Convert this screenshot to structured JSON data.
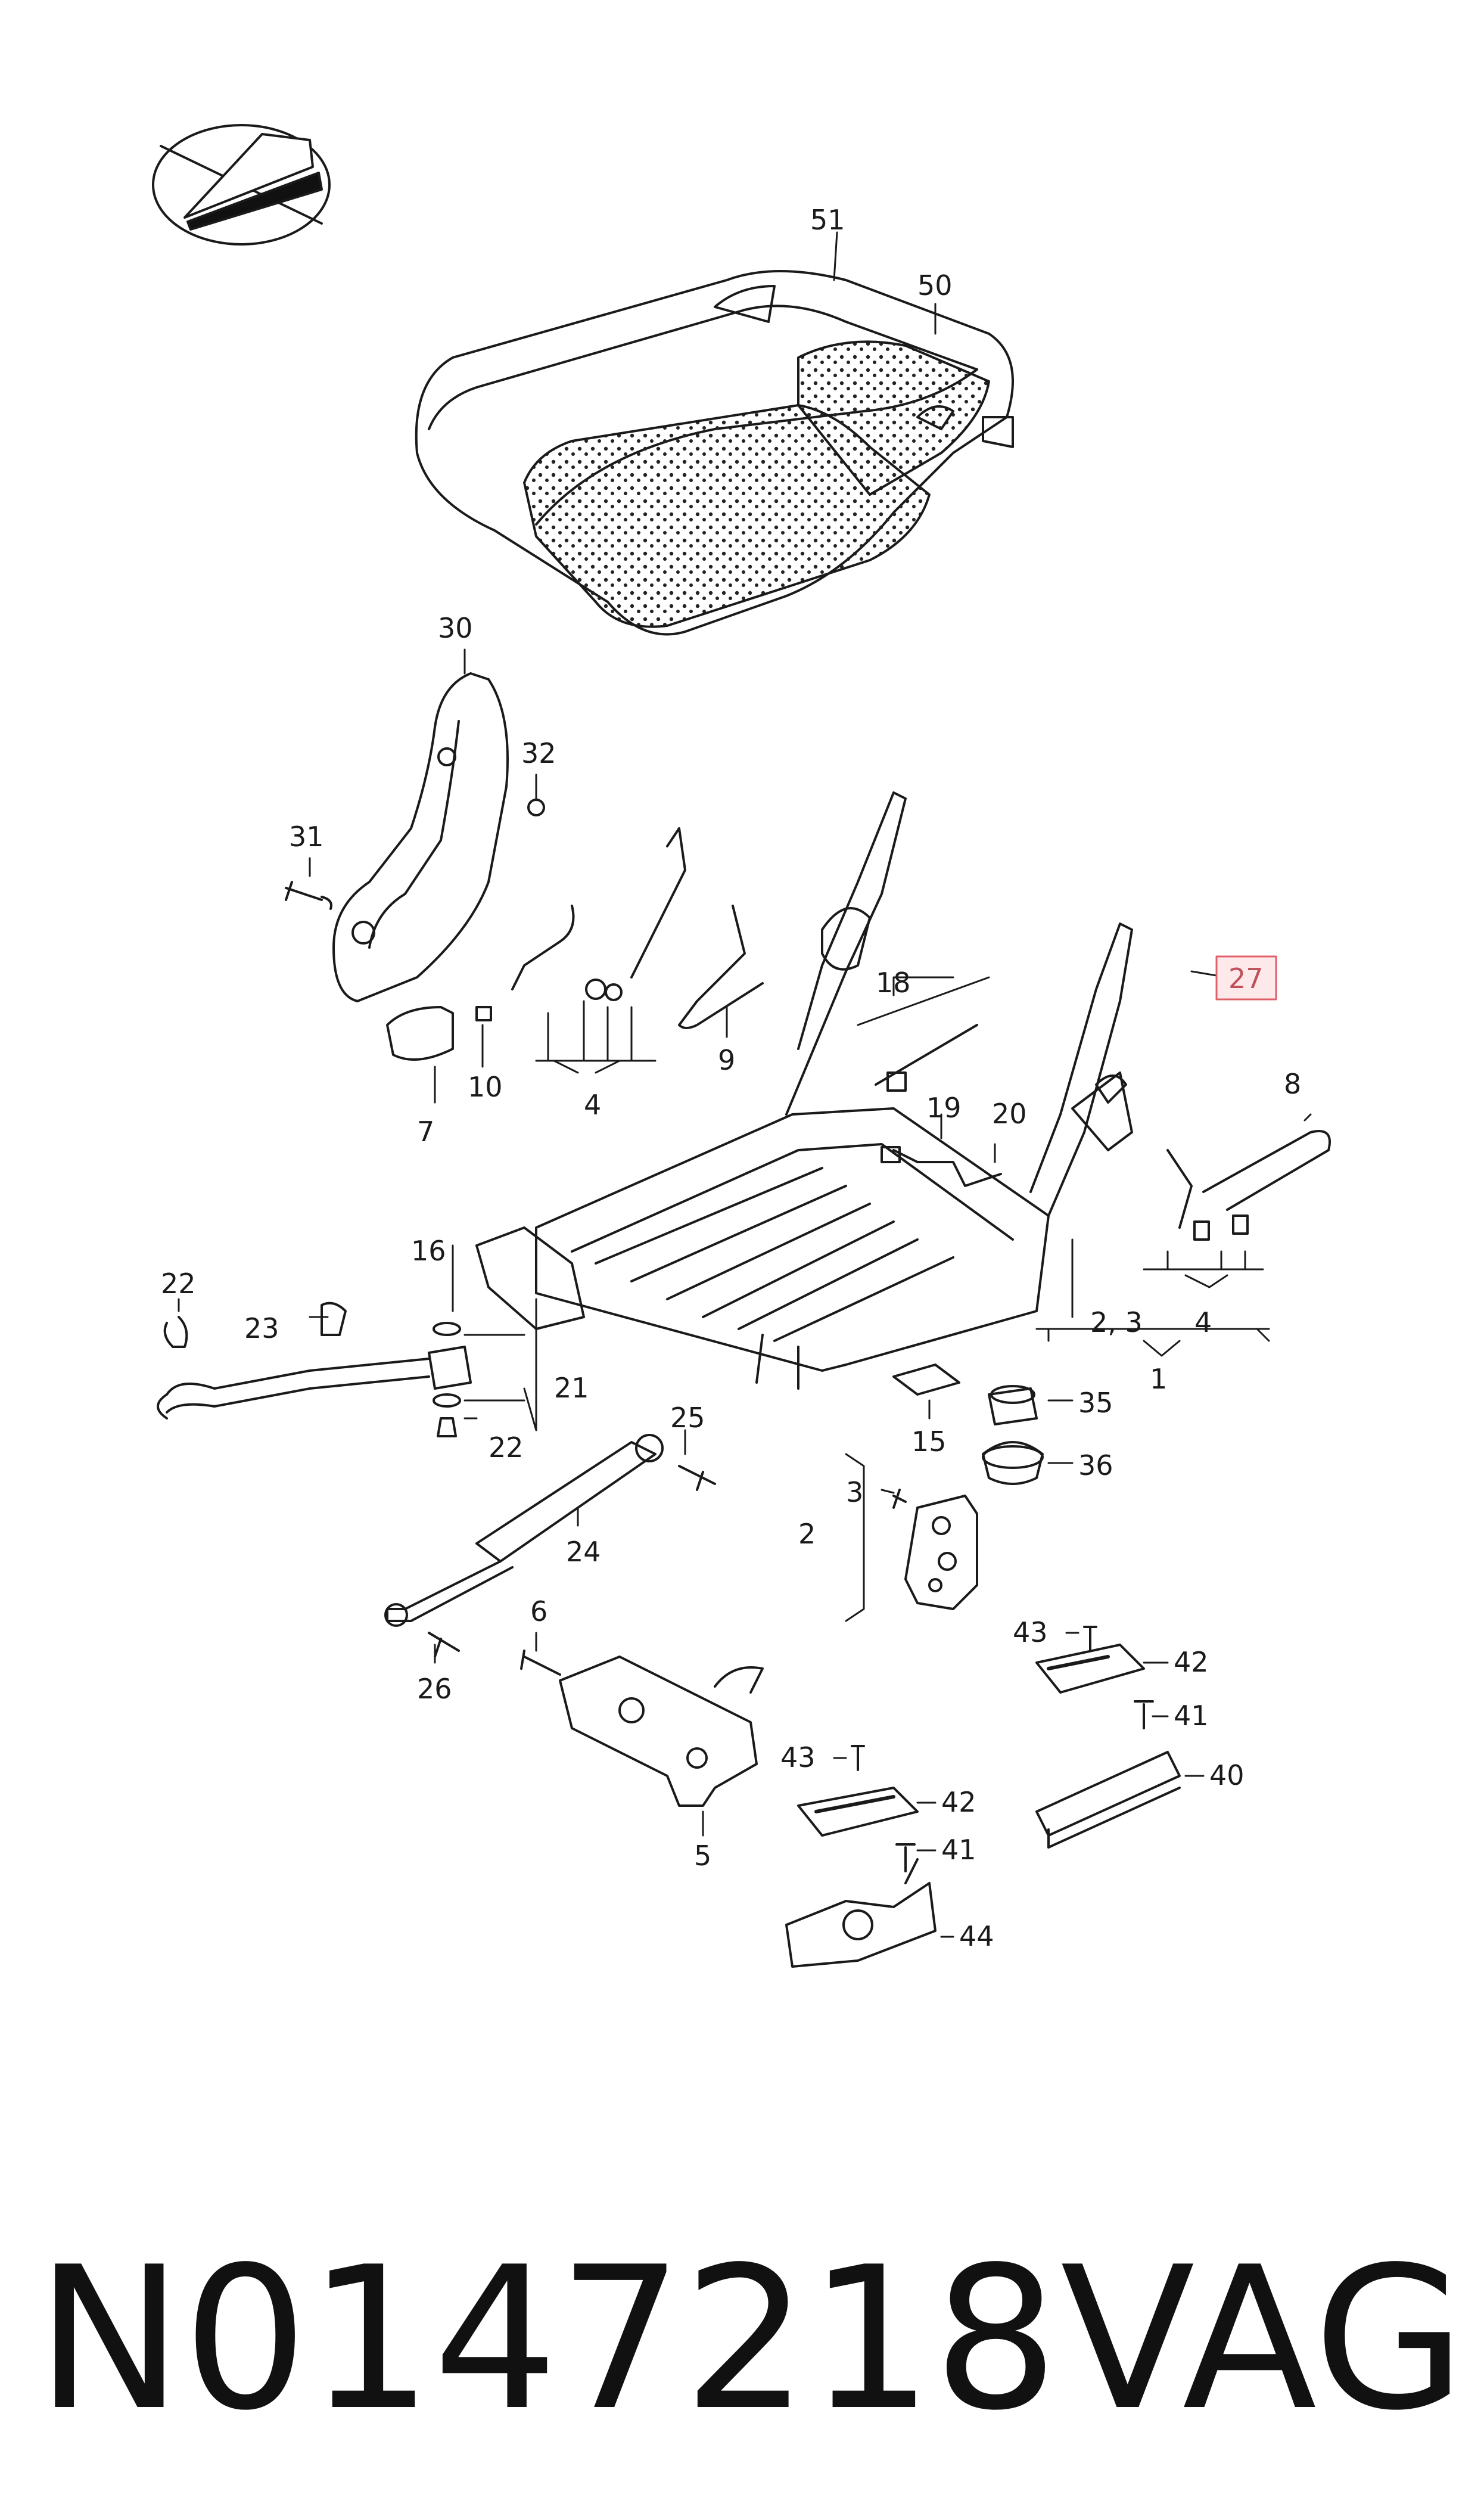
{
  "callouts": [
    {
      "id": "c51",
      "label": "51"
    },
    {
      "id": "c50",
      "label": "50"
    },
    {
      "id": "c30",
      "label": "30"
    },
    {
      "id": "c32",
      "label": "32"
    },
    {
      "id": "c31",
      "label": "31"
    },
    {
      "id": "c10",
      "label": "10"
    },
    {
      "id": "c7",
      "label": "7"
    },
    {
      "id": "c4a",
      "label": "4"
    },
    {
      "id": "c9",
      "label": "9"
    },
    {
      "id": "c18",
      "label": "18"
    },
    {
      "id": "c19",
      "label": "19"
    },
    {
      "id": "c20",
      "label": "20"
    },
    {
      "id": "c27",
      "label": "27"
    },
    {
      "id": "c8",
      "label": "8"
    },
    {
      "id": "c4b",
      "label": "4"
    },
    {
      "id": "c23",
      "label": "2, 3"
    },
    {
      "id": "c1",
      "label": "1"
    },
    {
      "id": "c16",
      "label": "16"
    },
    {
      "id": "c22a",
      "label": "22"
    },
    {
      "id": "c23b",
      "label": "23"
    },
    {
      "id": "c21",
      "label": "21"
    },
    {
      "id": "c22b",
      "label": "22"
    },
    {
      "id": "c15",
      "label": "15"
    },
    {
      "id": "c35",
      "label": "35"
    },
    {
      "id": "c36",
      "label": "36"
    },
    {
      "id": "c25",
      "label": "25"
    },
    {
      "id": "c24",
      "label": "24"
    },
    {
      "id": "c3",
      "label": "3"
    },
    {
      "id": "c2",
      "label": "2"
    },
    {
      "id": "c26",
      "label": "26"
    },
    {
      "id": "c6",
      "label": "6"
    },
    {
      "id": "c5",
      "label": "5"
    },
    {
      "id": "c43a",
      "label": "43"
    },
    {
      "id": "c42a",
      "label": "42"
    },
    {
      "id": "c41a",
      "label": "41"
    },
    {
      "id": "c40",
      "label": "40"
    },
    {
      "id": "c43b",
      "label": "43"
    },
    {
      "id": "c42b",
      "label": "42"
    },
    {
      "id": "c41b",
      "label": "41"
    },
    {
      "id": "c44",
      "label": "44"
    }
  ],
  "highlight": {
    "label_id": "c27",
    "color": "#e0606a",
    "fill": "#fde8ea"
  },
  "footer": {
    "part_number": "N0147218",
    "brand": "VAG"
  },
  "colors": {
    "line": "#1a1a1a",
    "background": "#ffffff"
  },
  "icons": {
    "orientation": "orientation-arrow-icon"
  }
}
